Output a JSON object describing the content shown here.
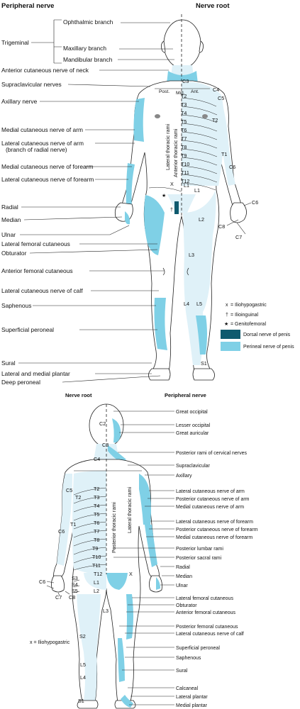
{
  "colors": {
    "perineal": "#7fd0e6",
    "dorsal": "#0f5a6e",
    "pale": "#dff1f8"
  },
  "front": {
    "header_left": "Peripheral nerve",
    "header_right": "Nerve root",
    "trigeminal": "Trigeminal",
    "branches": [
      "Ophthalmic branch",
      "Maxillary branch",
      "Mandibular branch"
    ],
    "left_labels": [
      "Anterior cutaneous nerve of neck",
      "Supraclavicular nerves",
      "Axillary nerve",
      "Medial cutaneous nerve of arm",
      "Lateral cutaneous nerve of arm",
      "(branch of radial nerve)",
      "Medial cutaneous nerve of forearm",
      "Lateral cutaneous nerve of forearm",
      "Radial",
      "Median",
      "Ulnar",
      "Lateral femoral cutaneous",
      "Obturator",
      "Anterior femoral cutaneous",
      "Lateral cutaneous nerve of calf",
      "Saphenous",
      "Superficial peroneal",
      "Sural",
      "Lateral and medial plantar",
      "Deep peroneal"
    ],
    "trunk": [
      "Post.",
      "Mid.",
      "Ant."
    ],
    "rami": [
      "Lateral thoracic rami",
      "Anterior thoracic rami"
    ],
    "dermatomes": [
      "C3",
      "C4",
      "C5",
      "T2",
      "T3",
      "T4",
      "T5",
      "T6",
      "T7",
      "T8",
      "T9",
      "T10",
      "T11",
      "T12",
      "T2",
      "T1",
      "C6",
      "L1",
      "L1",
      "X",
      "L2",
      "L3",
      "L4",
      "L5",
      "S1",
      "C6",
      "C8",
      "C7"
    ],
    "legend": [
      {
        "symbol": "x",
        "text": "= Iliohypogastric"
      },
      {
        "symbol": "†",
        "text": "= Ilioinguinal"
      },
      {
        "symbol": "★",
        "text": "= Genitofemoral"
      }
    ],
    "swatches": [
      "Dorsal nerve of penis",
      "Perineal nerve of penis"
    ]
  },
  "back": {
    "header_left": "Nerve root",
    "header_right": "Peripheral nerve",
    "right_labels": [
      "Great occipital",
      "Lesser occipital",
      "Great auricular",
      "Posterior rami of cervical nerves",
      "Supraclavicular",
      "Axillary",
      "Lateral cutaneous nerve of arm",
      "Posterior cutaneous nerve of arm",
      "Medial cutaneous nerve of arm",
      "Lateral cutaneous nerve of forearm",
      "Posterior cutaneous nerve of forearm",
      "Medial cutaneous nerve of forearm",
      "Posterior lumbar rami",
      "Posterior sacral rami",
      "Radial",
      "Median",
      "Ulnar",
      "Lateral femoral cutaneous",
      "Obturator",
      "Anterior femoral cutaneous",
      "Posterior femoral cutaneous",
      "Lateral cutaneous nerve of calf",
      "Superficial peroneal",
      "Saphenous",
      "Sural",
      "Calcaneal",
      "Lateral plantar",
      "Medial plantar"
    ],
    "rami": [
      "Posterior thoracic rami",
      "Lateral thoracic rami"
    ],
    "dermatomes": [
      "C2",
      "C3",
      "C4",
      "T2",
      "T3",
      "T4",
      "T5",
      "T6",
      "T7",
      "T8",
      "T9",
      "T10",
      "T11",
      "T12",
      "L1",
      "L2",
      "C5",
      "T2",
      "T1",
      "C6",
      "S3",
      "S4",
      "S5",
      "X",
      "L3",
      "S2",
      "L5",
      "L4",
      "S1",
      "C6",
      "C7",
      "C8"
    ],
    "legend": "x = Iliohypogastric"
  }
}
